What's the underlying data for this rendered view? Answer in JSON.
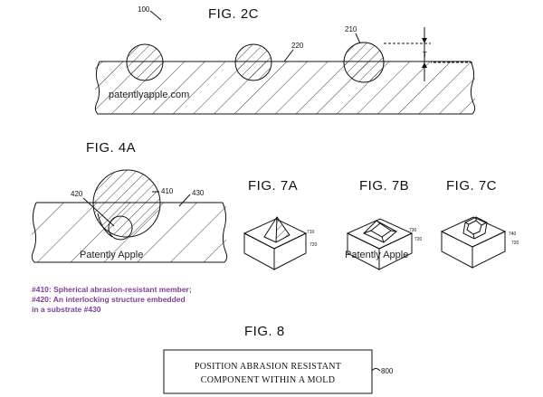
{
  "labels": {
    "fig_2c": "FIG. 2C",
    "fig_4a": "FIG. 4A",
    "fig_7a": "FIG. 7A",
    "fig_7b": "FIG. 7B",
    "fig_7c": "FIG. 7C",
    "fig_8": "FIG. 8"
  },
  "refs": {
    "r100": "100",
    "r210": "210",
    "r220": "220",
    "rT": "T",
    "r410": "410",
    "r420": "420",
    "r430": "430",
    "r710": "710",
    "r720a": "720",
    "r730": "730",
    "r720b": "720",
    "r740": "740",
    "r720c": "720",
    "r800": "800"
  },
  "watermarks": {
    "w1": "patentlyapple.com",
    "w2": "Patently Apple",
    "w3": "Patently Apple"
  },
  "caption": {
    "line1": "#410: Spherical abrasion-resistant member;",
    "line2": "#420: An interlocking structure embedded",
    "line3": "in a substrate #430"
  },
  "flowbox": {
    "line1": "POSITION ABRASION RESISTANT",
    "line2": "COMPONENT WITHIN A MOLD"
  },
  "colors": {
    "highlight_sphere": "#f4e67a",
    "caption_text": "#7b3f99"
  }
}
